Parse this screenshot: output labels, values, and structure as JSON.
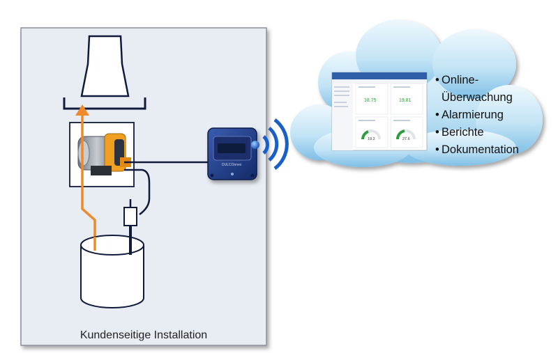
{
  "installation": {
    "label": "Kundenseitige Installation"
  },
  "cloud": {
    "features": [
      "Online-",
      "Überwachung",
      "Alarmierung",
      "Berichte",
      "Dokumentation"
    ]
  },
  "dashboard": {
    "tiles": [
      {
        "value": "18.75"
      },
      {
        "value": "19.81"
      },
      {
        "value": "19.2"
      },
      {
        "value": "27.6"
      }
    ]
  },
  "colors": {
    "panel_bg": "#e8ecf3",
    "panel_border": "#8a8e95",
    "orange_flow": "#ee8a2a",
    "cable": "#101a3a",
    "device_blue": "#1f3f8c",
    "wifi_blue": "#1a5fc8",
    "cloud_light": "#d9eefa",
    "cloud_mid": "#9fd0ee",
    "gauge_green": "#2e9e3c"
  }
}
